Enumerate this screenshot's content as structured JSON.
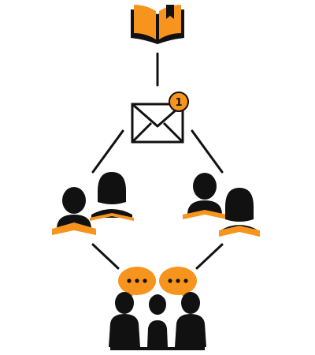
{
  "diagram": {
    "nodes": [
      {
        "id": "book",
        "icon": "open-book-icon"
      },
      {
        "id": "mail",
        "icon": "envelope-icon",
        "badge": "1"
      },
      {
        "id": "group-left",
        "icon": "readers-pair-icon"
      },
      {
        "id": "group-right",
        "icon": "readers-pair-icon"
      },
      {
        "id": "discussion",
        "icon": "discussion-group-icon"
      }
    ],
    "edges": [
      {
        "from": "book",
        "to": "mail"
      },
      {
        "from": "mail",
        "to": "group-left"
      },
      {
        "from": "mail",
        "to": "group-right"
      },
      {
        "from": "group-left",
        "to": "discussion"
      },
      {
        "from": "group-right",
        "to": "discussion"
      }
    ]
  },
  "colors": {
    "accent": "#F7941D",
    "ink": "#111111",
    "background": "#FFFFFF"
  }
}
